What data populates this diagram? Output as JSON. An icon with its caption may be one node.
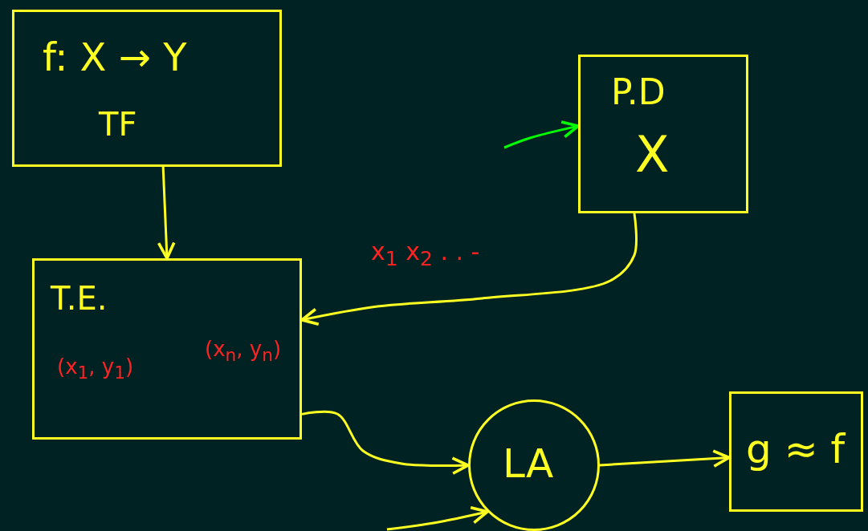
{
  "diagram": {
    "nodes": [
      {
        "text": [
          "f: X → Y",
          "TF"
        ]
      },
      {
        "text": [
          "P.D",
          "X"
        ]
      },
      {
        "text": [
          "T.E.",
          "(x$_{1}$, y$_{1}$)",
          "(x$_{n}$, y$_{n}$)"
        ]
      },
      {
        "text": [
          "LA"
        ]
      },
      {
        "text": [
          "g ≈ f"
        ]
      }
    ],
    "edges": [
      {
        "from": 0,
        "to": 2,
        "arrow": "to"
      },
      {
        "from": null,
        "to": 1,
        "arrow": "to",
        "color": "#00ff00"
      },
      {
        "from": 1,
        "to": 2,
        "arrow": "to",
        "label": "x$_{1}$  x$_{2}$ . . -"
      },
      {
        "from": 2,
        "to": 3,
        "arrow": "to"
      },
      {
        "from": null,
        "to": 3,
        "arrow": "to"
      },
      {
        "from": 3,
        "to": 4,
        "arrow": "to"
      }
    ]
  }
}
